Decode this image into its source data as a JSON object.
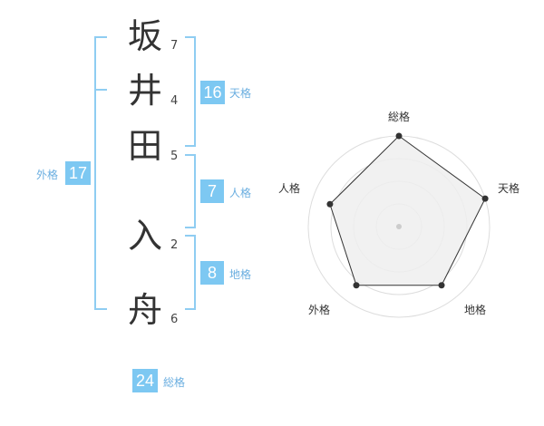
{
  "characters": [
    {
      "char": "坂",
      "strokes": "7"
    },
    {
      "char": "井",
      "strokes": "4"
    },
    {
      "char": "田",
      "strokes": "5"
    },
    {
      "char": "入",
      "strokes": "2"
    },
    {
      "char": "舟",
      "strokes": "6"
    }
  ],
  "fortunes": {
    "tenkaku": {
      "value": "16",
      "label": "天格"
    },
    "jinkaku": {
      "value": "7",
      "label": "人格"
    },
    "chikaku": {
      "value": "8",
      "label": "地格"
    },
    "gaikaku": {
      "value": "17",
      "label": "外格"
    },
    "soukaku": {
      "value": "24",
      "label": "総格"
    }
  },
  "chart_data": {
    "type": "radar",
    "axes": [
      "総格",
      "天格",
      "地格",
      "外格",
      "人格"
    ],
    "values": [
      1.0,
      1.0,
      0.8,
      0.8,
      0.8
    ],
    "range": [
      0,
      1
    ],
    "rings": 4,
    "colors": {
      "fill": "#eeeeee",
      "line": "#333333",
      "ring": "#dddddd",
      "center": "#cccccc"
    }
  }
}
